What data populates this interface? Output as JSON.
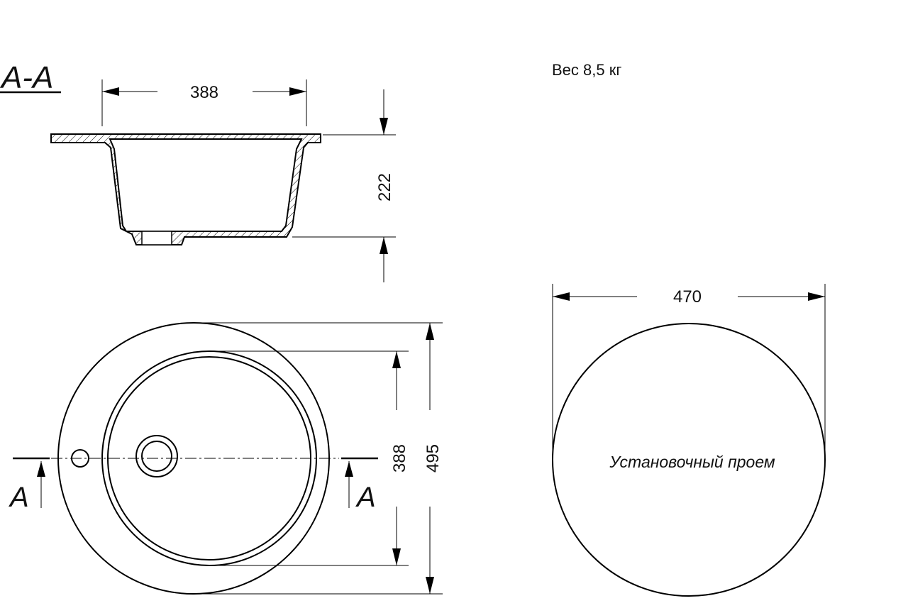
{
  "section_title": "A-A",
  "section_marker_left": "A",
  "section_marker_right": "A",
  "weight_label": "Вес 8,5 кг",
  "section_view": {
    "width_dim": "388",
    "height_dim": "222"
  },
  "top_view": {
    "bowl_dim": "388",
    "outer_dim": "495"
  },
  "cutout": {
    "width_dim": "470",
    "label": "Установочный проем"
  }
}
